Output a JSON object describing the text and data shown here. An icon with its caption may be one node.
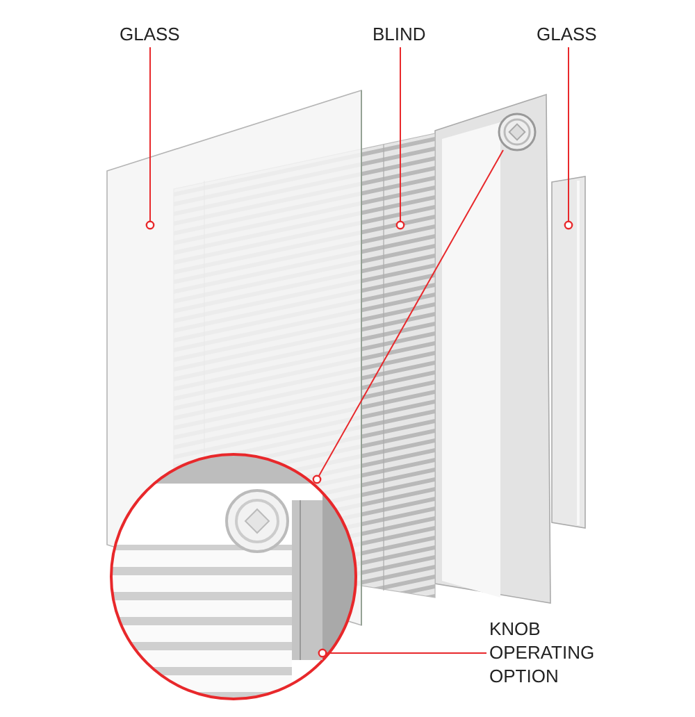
{
  "diagram": {
    "nodes": [
      {
        "text": [
          "GLASS"
        ]
      },
      {
        "text": [
          "BLIND"
        ]
      },
      {
        "text": [
          "GLASS"
        ]
      },
      {
        "text": [
          "KNOB OPERATING OPTION"
        ]
      },
      {
        "text": [],
        "shape": "picture"
      },
      {
        "text": [],
        "shape": "picture"
      },
      {
        "text": [],
        "shape": "picture"
      },
      {
        "text": [],
        "shape": "picture"
      },
      {
        "text": [],
        "shape": "circle"
      },
      {
        "text": [],
        "shape": "picture",
        "in": 8
      }
    ],
    "edges": [
      {
        "from": 0,
        "to": 4,
        "arrow": "other"
      },
      {
        "from": 1,
        "to": 5,
        "arrow": "other"
      },
      {
        "from": 2,
        "to": 6,
        "arrow": "other"
      },
      {
        "from": 7,
        "to": 8,
        "arrow": "other"
      },
      {
        "from": 3,
        "to": 9,
        "arrow": "other"
      }
    ]
  }
}
